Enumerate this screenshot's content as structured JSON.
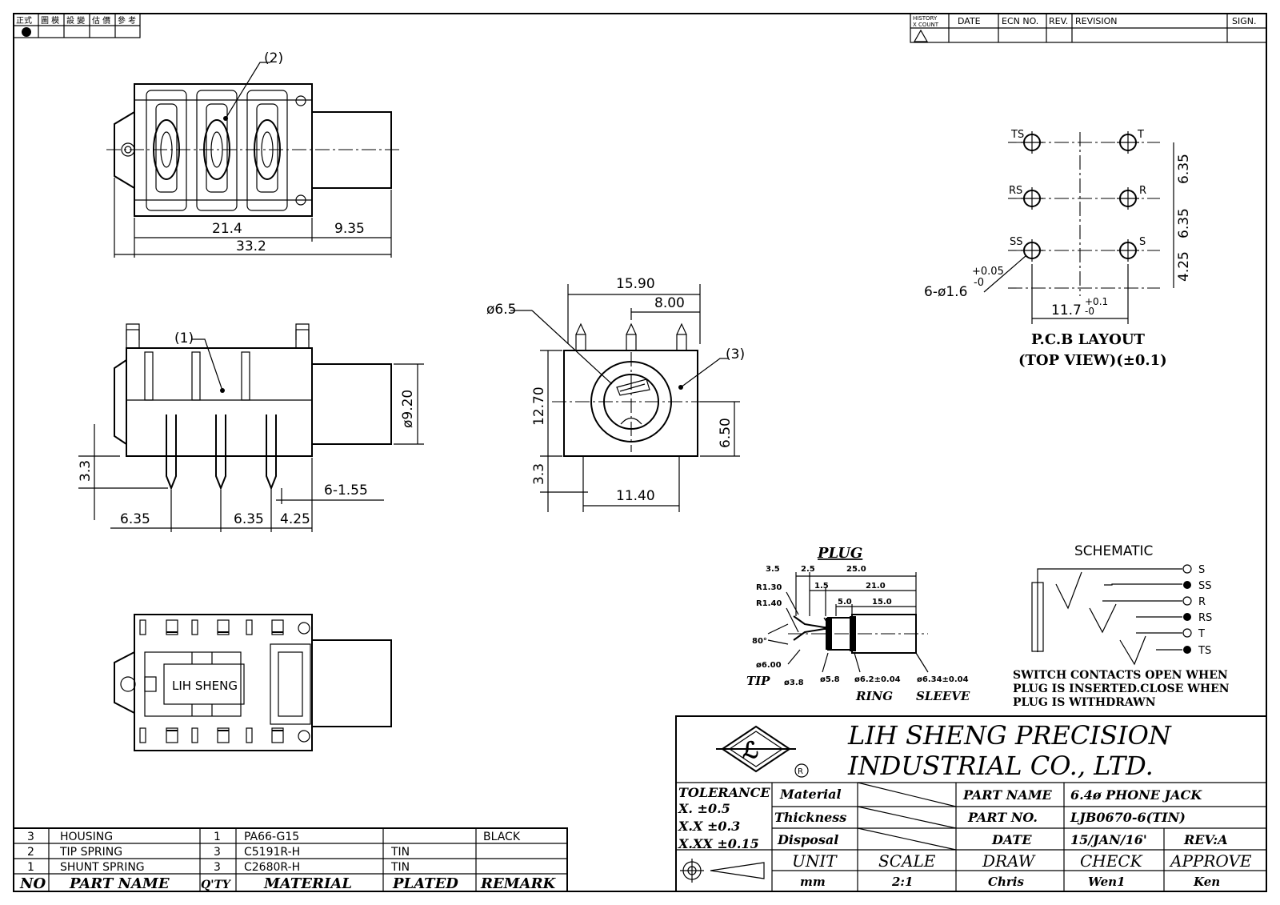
{
  "corner_stamp": {
    "labels": [
      "正式",
      "圖 模",
      "設 變",
      "估 價",
      "參 考"
    ]
  },
  "revision_block": {
    "headers": [
      "HISTORY X COUNT",
      "DATE",
      "ECN NO.",
      "REV.",
      "REVISION",
      "SIGN."
    ],
    "history_l1": "HISTORY",
    "history_l2": "X COUNT"
  },
  "top_view": {
    "callout": "(2)",
    "dims": [
      "21.4",
      "9.35",
      "33.2"
    ]
  },
  "side_view": {
    "callout": "(1)",
    "dims": [
      "ø9.20",
      "3.3",
      "6-1.55",
      "6.35",
      "6.35",
      "4.25"
    ]
  },
  "front_view": {
    "callout": "(3)",
    "dims": [
      "ø6.5",
      "15.90",
      "8.00",
      "12.70",
      "6.50",
      "3.3",
      "11.40"
    ]
  },
  "pcb_layout": {
    "pins": [
      "TS",
      "T",
      "RS",
      "R",
      "SS",
      "S"
    ],
    "dims": [
      "6.35",
      "6.35",
      "4.25"
    ],
    "hole_label": "6-ø1.6",
    "hole_tol_plus": "+0.05",
    "hole_tol_minus": "-0",
    "width": "11.7",
    "width_tol_plus": "+0.1",
    "width_tol_minus": "-0",
    "title": "P.C.B LAYOUT",
    "subtitle": "(TOP VIEW)(±0.1)"
  },
  "plug": {
    "title": "PLUG",
    "dims_top": [
      "3.5",
      "2.5",
      "25.0",
      "1.5",
      "21.0",
      "5.0",
      "15.0"
    ],
    "radii": [
      "R1.30",
      "R1.40"
    ],
    "angle": "80°",
    "dia_tip": "ø6.00",
    "labels": {
      "tip": "TIP",
      "d38": "ø3.8",
      "d58": "ø5.8",
      "ring_dia": "ø6.2±0.04",
      "sleeve_dia": "ø6.34±0.04",
      "ring": "RING",
      "sleeve": "SLEEVE"
    }
  },
  "schematic": {
    "title": "SCHEMATIC",
    "pins": [
      "S",
      "SS",
      "R",
      "RS",
      "T",
      "TS"
    ],
    "note": [
      "SWITCH CONTACTS OPEN WHEN",
      "PLUG IS INSERTED.CLOSE WHEN",
      "PLUG IS WITHDRAWN"
    ]
  },
  "bottom_view": {
    "label": "LIH SHENG"
  },
  "bom": {
    "headers": [
      "NO",
      "PART NAME",
      "Q'TY",
      "MATERIAL",
      "PLATED",
      "REMARK"
    ],
    "rows": [
      {
        "no": "3",
        "name": "HOUSING",
        "qty": "1",
        "material": "PA66-G15",
        "plated": "",
        "remark": "BLACK"
      },
      {
        "no": "2",
        "name": "TIP SPRING",
        "qty": "3",
        "material": "C5191R-H",
        "plated": "TIN",
        "remark": ""
      },
      {
        "no": "1",
        "name": "SHUNT SPRING",
        "qty": "3",
        "material": "C2680R-H",
        "plated": "TIN",
        "remark": ""
      }
    ]
  },
  "title_block": {
    "company_l1": "LIH SHENG PRECISION",
    "company_l2": "INDUSTRIAL CO., LTD.",
    "tolerance": {
      "title": "TOLERANCE",
      "x": "X.   ±0.5",
      "xx": "X.X   ±0.3",
      "xxx": "X.XX ±0.15"
    },
    "material_label": "Material",
    "thickness_label": "Thickness",
    "disposal_label": "Disposal",
    "part_name_label": "PART NAME",
    "part_name": "6.4ø  PHONE JACK",
    "part_no_label": "PART NO.",
    "part_no": "LJB0670-6(TIN)",
    "date_label": "DATE",
    "date": "15/JAN/16'",
    "rev": "REV:A",
    "unit_label": "UNIT",
    "unit": "mm",
    "scale_label": "SCALE",
    "scale": "2:1",
    "draw_label": "DRAW",
    "draw": "Chris",
    "check_label": "CHECK",
    "check": "Wen1",
    "approve_label": "APPROVE",
    "approve": "Ken"
  }
}
